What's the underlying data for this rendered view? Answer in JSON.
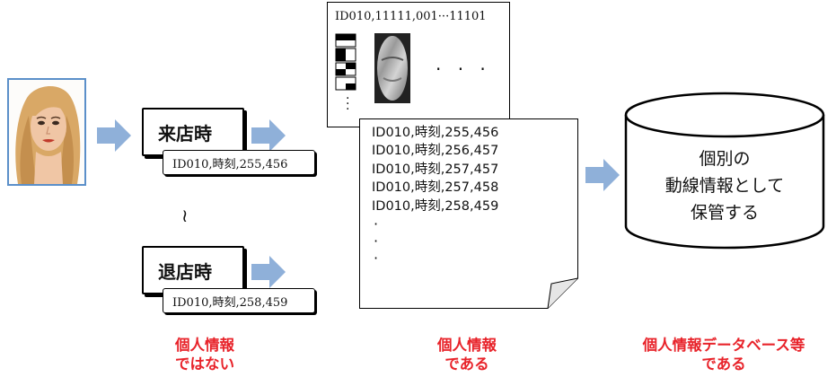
{
  "events": {
    "arrival": {
      "label": "来店時",
      "record": "ID010,時刻,255,456"
    },
    "departure": {
      "label": "退店時",
      "record": "ID010,時刻,258,459"
    },
    "between_mark": "≀"
  },
  "image_data_doc": {
    "header": "ID010,11111,001···11101",
    "ellipsis": "· · ·"
  },
  "tracking_doc": {
    "lines": [
      "ID010,時刻,255,456",
      "ID010,時刻,256,457",
      "ID010,時刻,257,457",
      "ID010,時刻,257,458",
      "ID010,時刻,258,459"
    ]
  },
  "database": {
    "label_lines": [
      "個別の",
      "動線情報として",
      "保管する"
    ]
  },
  "captions": {
    "left": [
      "個人情報",
      "ではない"
    ],
    "middle": [
      "個人情報",
      "である"
    ],
    "right": [
      "個人情報データベース等",
      "である"
    ]
  },
  "colors": {
    "arrow": "#8fb0d9",
    "caption": "#e8232a",
    "face_border": "#5b8fc9"
  }
}
